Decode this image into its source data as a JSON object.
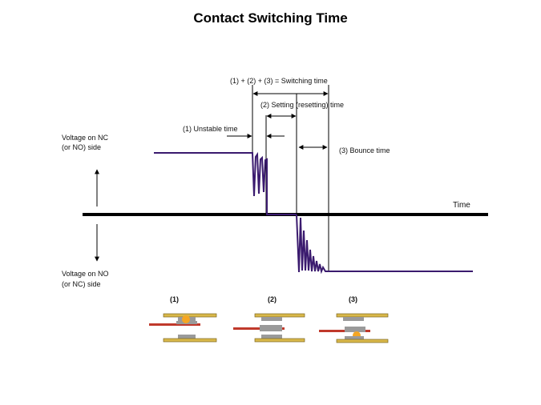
{
  "title": "Contact Switching Time",
  "labels": {
    "total": "(1) + (2) + (3) = Switching time",
    "setting": "(2) Setting (resetting) time",
    "unstable": "(1) Unstable time",
    "bounce": "(3) Bounce time",
    "time_axis": "Time",
    "nc_line1": "Voltage on NC",
    "nc_line2": "(or NO) side",
    "no_line1": "Voltage on NO",
    "no_line2": "(or NC) side"
  },
  "stages": [
    "(1)",
    "(2)",
    "(3)"
  ],
  "colors": {
    "signal": "#3a1a6e",
    "axis": "#000000",
    "contact_bar": "#d9b84a",
    "contact_edge": "#7a6520",
    "pad": "#9a9a9a",
    "arm": "#c0392b",
    "spark": "#f5a623"
  }
}
